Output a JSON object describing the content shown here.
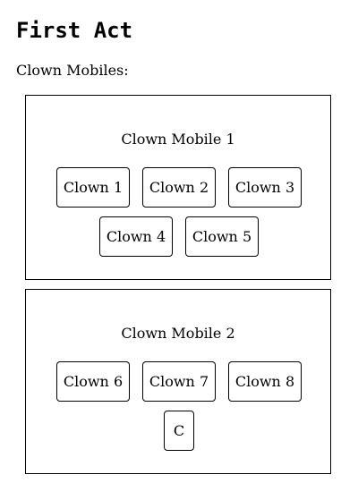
{
  "page": {
    "title": "First Act",
    "section_label": "Clown Mobiles:"
  },
  "mobiles": [
    {
      "title": "Clown Mobile 1",
      "clowns": [
        "Clown 1",
        "Clown 2",
        "Clown 3",
        "Clown 4",
        "Clown 5"
      ]
    },
    {
      "title": "Clown Mobile 2",
      "clowns": [
        "Clown 6",
        "Clown 7",
        "Clown 8",
        "C"
      ]
    }
  ]
}
